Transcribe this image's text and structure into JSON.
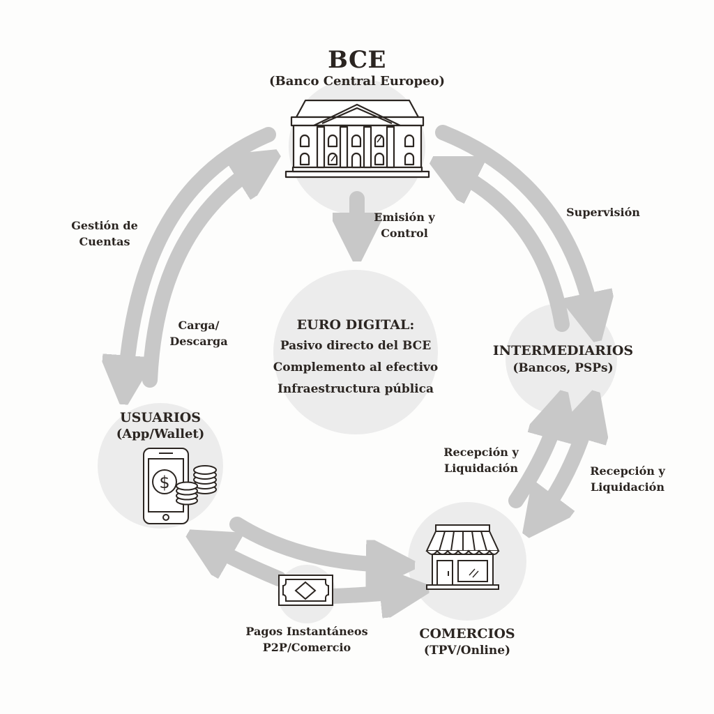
{
  "colors": {
    "background": "#fdfdfc",
    "circle": "#ececec",
    "arrow": "#c8c8c8",
    "text": "#2b2521",
    "icon_stroke": "#2b2521"
  },
  "nodes": {
    "bce": {
      "title": "BCE",
      "subtitle": "(Banco Central Europeo)",
      "icon": "bank-building-icon"
    },
    "center": {
      "title": "EURO DIGITAL:",
      "lines": [
        "Pasivo directo del BCE",
        "Complemento al efectivo",
        "Infraestructura pública"
      ]
    },
    "usuarios": {
      "title": "USUARIOS",
      "subtitle": "(App/Wallet)",
      "icon": "smartphone-coins-icon"
    },
    "intermediarios": {
      "title": "INTERMEDIARIOS",
      "subtitle": "(Bancos, PSPs)"
    },
    "comercios": {
      "title": "COMERCIOS",
      "subtitle": "(TPV/Online)",
      "icon": "storefront-icon"
    },
    "pagos": {
      "line1": "Pagos Instantáneos",
      "line2": "P2P/Comercio",
      "icon": "banknote-icon"
    }
  },
  "flows": {
    "emision": {
      "line1": "Emisión y",
      "line2": "Control"
    },
    "gestion": {
      "line1": "Gestión de",
      "line2": "Cuentas"
    },
    "carga": {
      "line1": "Carga/",
      "line2": "Descarga"
    },
    "supervision": {
      "line1": "Supervisión"
    },
    "recepcion_left": {
      "line1": "Recepción y",
      "line2": "Liquidación"
    },
    "recepcion_right": {
      "line1": "Recepción y",
      "line2": "Liquidación"
    }
  }
}
